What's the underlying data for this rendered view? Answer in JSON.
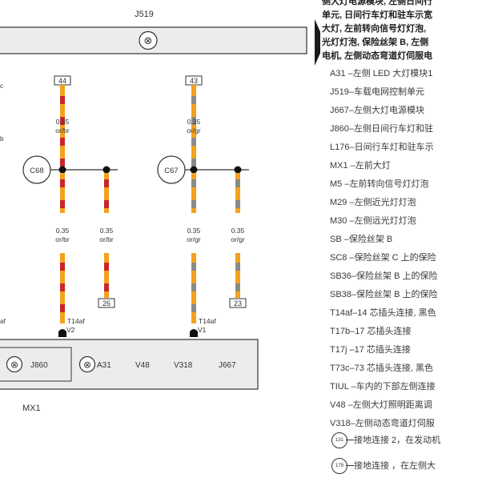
{
  "header_text": [
    "侧大灯电源模块, 左侧日间行",
    "单元, 日间行车灯和驻车示宽",
    "大灯, 左前转向信号灯灯泡,",
    "光灯灯泡, 保险丝架 B, 左侧",
    "电机, 左侧动态弯道灯伺服电"
  ],
  "legend": [
    "A31 –左侧 LED 大灯模块1",
    "J519–车载电网控制单元",
    "J667–左侧大灯电源模块",
    "J860–左侧日间行车灯和驻",
    "L176–日间行车灯和驻车示",
    "MX1 –左前大灯",
    "M5  –左前转向信号灯灯泡",
    "M29 –左侧近光灯灯泡",
    "M30 –左侧远光灯灯泡",
    "SB  –保险丝架 B",
    "SC8 –保险丝架 C 上的保险",
    "SB36–保险丝架 B 上的保险",
    "SB38–保险丝架 B 上的保险",
    "T14af–14 芯插头连接, 黑色",
    "T17b–17 芯插头连接",
    "T17j –17 芯插头连接",
    "T73c–73 芯插头连接, 黑色",
    "TIUL –车内的下部左侧连接",
    "V48 –左侧大灯照明距离调",
    "V318–左侧动态弯道灯伺服"
  ],
  "ground_points": [
    {
      "id": "131",
      "text": "接地连接 2，在发动机"
    },
    {
      "id": "179",
      "text": "接地连接 ，在左侧大"
    }
  ],
  "diagram": {
    "j519": "J519",
    "pin_44": "44",
    "pin_43": "43",
    "pin_26": "26",
    "pin_23": "23",
    "wire_035": "0.35",
    "color_or_br": "or/br",
    "color_or_gr": "or/gr",
    "c68": "C68",
    "c67": "C67",
    "c_edge": "c",
    "b_edge": "b",
    "af_edge": "af",
    "t14af": "T14af",
    "v2": "V2",
    "v1": "V1",
    "j860": "J860",
    "a31": "A31",
    "v48": "V48",
    "v318": "V318",
    "j667": "J667",
    "mx1": "MX1",
    "bulb_symbol": "⊗"
  },
  "colors": {
    "orange": "#f4a21b",
    "brown": "#c8262a",
    "grey": "#8a8a8a",
    "module_fill": "#ececec",
    "line": "#333333"
  }
}
